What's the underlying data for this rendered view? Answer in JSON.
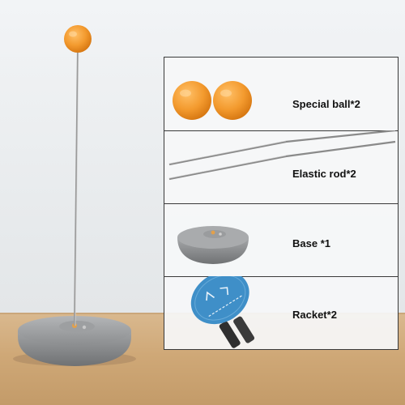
{
  "colors": {
    "ball": "#f39a2e",
    "base": "#8e9092",
    "racket_face": "#3f8fc8",
    "racket_handle": "#2f2f2f",
    "table_wood": "#cfa877",
    "rod": "#9a9a9a"
  },
  "items": [
    {
      "label": "Special ball*2"
    },
    {
      "label": "Elastic rod*2"
    },
    {
      "label": "Base *1"
    },
    {
      "label": "Racket*2"
    }
  ]
}
